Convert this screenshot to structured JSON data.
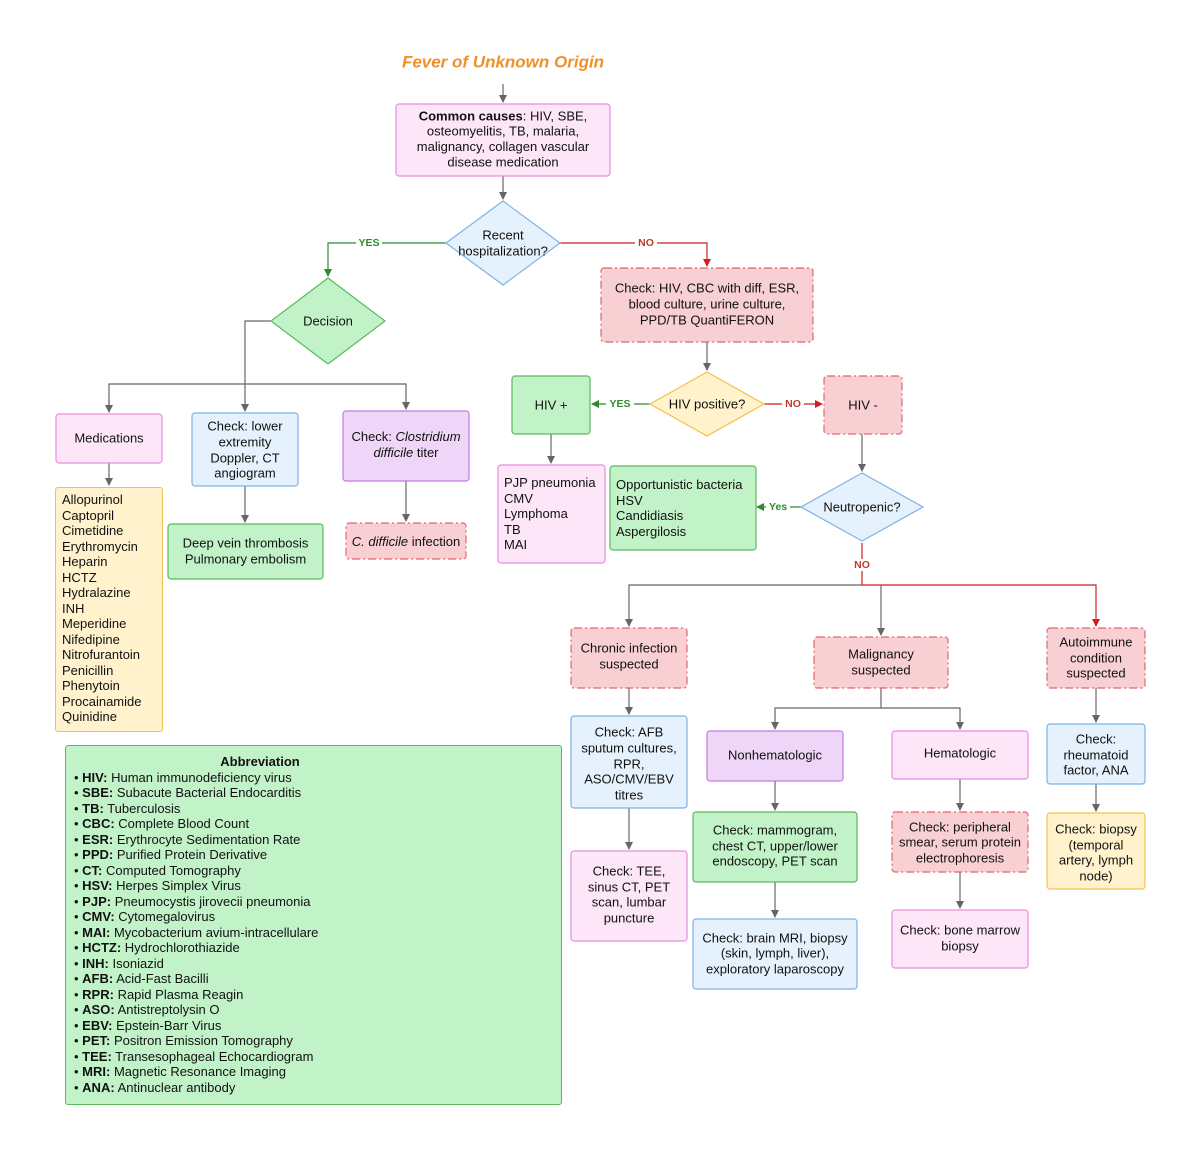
{
  "title": "Fever of Unknown Origin",
  "colors": {
    "pink_fill": "#fde6f7",
    "pink_stroke": "#e88ce0",
    "blue_fill": "#e5f1fc",
    "blue_stroke": "#7db2e4",
    "purple_fill": "#efd6f8",
    "purple_stroke": "#c17ae3",
    "green_fill": "#c2f3c8",
    "green_stroke": "#5cb85c",
    "red_fill": "#f8cfd2",
    "red_stroke": "#e2666e",
    "yellow_fill": "#fff2cc",
    "yellow_stroke": "#f2c14e",
    "edge_gray": "#666666",
    "edge_green": "#2e8b2e",
    "edge_red": "#d11f1f",
    "label_green": "#2e8b2e",
    "label_red": "#c0392b",
    "title_orange": "#f0902a"
  },
  "nodes": {
    "common_causes": {
      "bold": "Common causes",
      "rest": ": HIV, SBE,",
      "lines": [
        "osteomyelitis, TB, malaria,",
        "malignancy, collagen vascular",
        "disease medication"
      ]
    },
    "recent_hosp": {
      "lines": [
        "Recent",
        "hospitalization?"
      ]
    },
    "decision": {
      "lines": [
        "Decision"
      ]
    },
    "check_hiv": {
      "lines": [
        "Check: HIV, CBC with diff, ESR,",
        "blood culture, urine culture,",
        "PPD/TB QuantiFERON"
      ]
    },
    "hiv_positive": {
      "lines": [
        "HIV positive?"
      ]
    },
    "hiv_plus": {
      "lines": [
        "HIV +"
      ]
    },
    "hiv_minus": {
      "lines": [
        "HIV -"
      ]
    },
    "medications": {
      "lines": [
        "Medications"
      ]
    },
    "check_lower": {
      "lines": [
        "Check: lower",
        "extremity",
        "Doppler, CT",
        "angiogram"
      ]
    },
    "check_cdiff": {
      "line1_prefix": "Check: ",
      "line1_italic": "Clostridium",
      "line2_italic": "difficile",
      "line2_suffix": " titer"
    },
    "dvt": {
      "lines": [
        "Deep vein thrombosis",
        "Pulmonary embolism"
      ]
    },
    "cdiff_infection": {
      "italic": "C. difficile",
      "suffix": " infection"
    },
    "pjp_list": {
      "items": [
        "PJP pneumonia",
        "CMV",
        "Lymphoma",
        "TB",
        "MAI"
      ]
    },
    "opportunistic": {
      "items": [
        "Opportunistic bacteria",
        "HSV",
        "Candidiasis",
        "Aspergilosis"
      ]
    },
    "neutropenic": {
      "lines": [
        "Neutropenic?"
      ]
    },
    "chronic": {
      "lines": [
        "Chronic infection",
        "suspected"
      ]
    },
    "malignancy": {
      "lines": [
        "Malignancy",
        "suspected"
      ]
    },
    "autoimmune": {
      "lines": [
        "Autoimmune",
        "condition",
        "suspected"
      ]
    },
    "check_afb": {
      "lines": [
        "Check: AFB",
        "sputum cultures,",
        "RPR,",
        "ASO/CMV/EBV",
        "titres"
      ]
    },
    "nonhematologic": {
      "lines": [
        "Nonhematologic"
      ]
    },
    "hematologic": {
      "lines": [
        "Hematologic"
      ]
    },
    "check_ra": {
      "lines": [
        "Check:",
        "rheumatoid",
        "factor, ANA"
      ]
    },
    "check_tee": {
      "lines": [
        "Check: TEE,",
        "sinus CT, PET",
        "scan, lumbar",
        "puncture"
      ]
    },
    "check_mammo": {
      "lines": [
        "Check: mammogram,",
        "chest CT, upper/lower",
        "endoscopy, PET scan"
      ]
    },
    "check_smear": {
      "lines": [
        "Check: peripheral",
        "smear, serum protein",
        "electrophoresis"
      ]
    },
    "check_biopsy_temporal": {
      "lines": [
        "Check: biopsy",
        "(temporal",
        "artery, lymph",
        "node)"
      ]
    },
    "check_brain": {
      "lines": [
        "Check: brain MRI, biopsy",
        "(skin, lymph, liver),",
        "exploratory laparoscopy"
      ]
    },
    "check_marrow": {
      "lines": [
        "Check: bone marrow",
        "biopsy"
      ]
    }
  },
  "edge_labels": {
    "yes_hosp": "YES",
    "no_hosp": "NO",
    "yes_hiv": "YES",
    "no_hiv": "NO",
    "yes_neutro": "Yes",
    "no_neutro": "NO"
  },
  "medications_list": [
    "Allopurinol",
    "Captopril",
    "Cimetidine",
    "Erythromycin",
    "Heparin",
    "HCTZ",
    "Hydralazine",
    "INH",
    "Meperidine",
    "Nifedipine",
    "Nitrofurantoin",
    "Penicillin",
    "Phenytoin",
    "Procainamide",
    "Quinidine"
  ],
  "abbreviation": {
    "title": "Abbreviation",
    "items": [
      {
        "abbr": "HIV:",
        "text": " Human immunodeficiency virus"
      },
      {
        "abbr": "SBE:",
        "text": " Subacute Bacterial Endocarditis"
      },
      {
        "abbr": "TB:",
        "text": " Tuberculosis"
      },
      {
        "abbr": "CBC:",
        "text": " Complete Blood Count"
      },
      {
        "abbr": "ESR:",
        "text": " Erythrocyte Sedimentation Rate"
      },
      {
        "abbr": "PPD:",
        "text": " Purified Protein Derivative"
      },
      {
        "abbr": "CT:",
        "text": " Computed Tomography"
      },
      {
        "abbr": "HSV:",
        "text": " Herpes Simplex Virus"
      },
      {
        "abbr": "PJP:",
        "text": " Pneumocystis jirovecii pneumonia"
      },
      {
        "abbr": "CMV:",
        "text": " Cytomegalovirus"
      },
      {
        "abbr": "MAI:",
        "text": " Mycobacterium avium-intracellulare"
      },
      {
        "abbr": "HCTZ:",
        "text": " Hydrochlorothiazide"
      },
      {
        "abbr": "INH:",
        "text": " Isoniazid"
      },
      {
        "abbr": "AFB:",
        "text": " Acid-Fast Bacilli"
      },
      {
        "abbr": "RPR:",
        "text": " Rapid Plasma Reagin"
      },
      {
        "abbr": "ASO:",
        "text": " Antistreptolysin O"
      },
      {
        "abbr": "EBV:",
        "text": " Epstein-Barr Virus"
      },
      {
        "abbr": "PET:",
        "text": " Positron Emission Tomography"
      },
      {
        "abbr": "TEE:",
        "text": " Transesophageal Echocardiogram"
      },
      {
        "abbr": "MRI:",
        "text": " Magnetic Resonance Imaging"
      },
      {
        "abbr": "ANA:",
        "text": " Antinuclear antibody"
      }
    ]
  }
}
